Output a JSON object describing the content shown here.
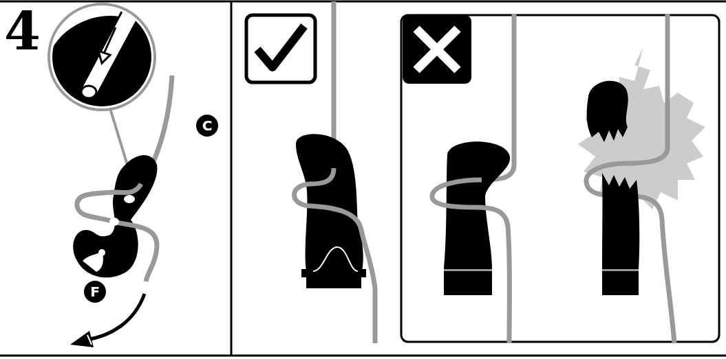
{
  "diagram": {
    "nodes": [
      {
        "text": [
          "C"
        ]
      },
      {
        "text": [
          "F"
        ]
      }
    ],
    "labels": [
      "4"
    ]
  }
}
